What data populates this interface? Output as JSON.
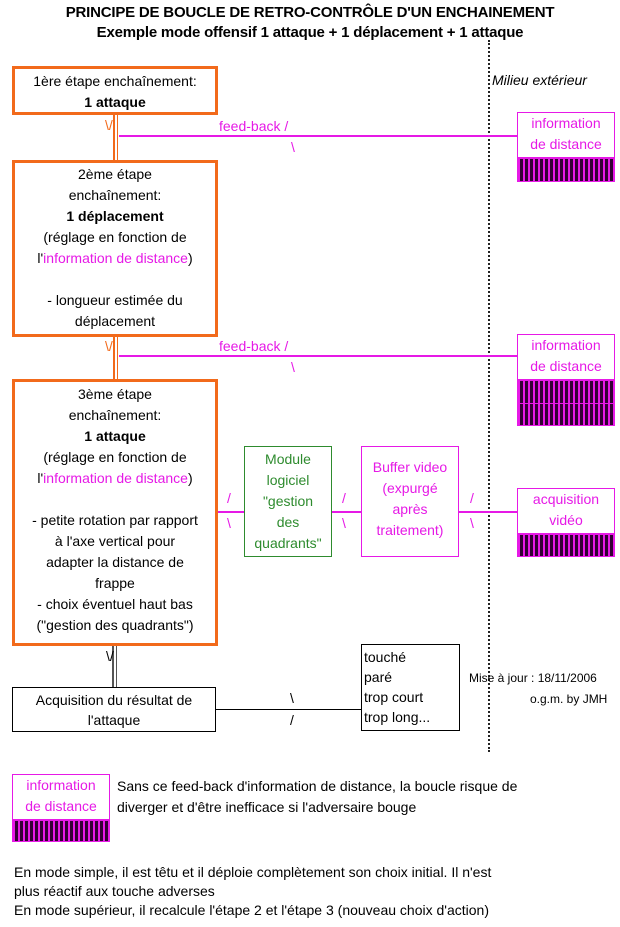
{
  "title": {
    "line1": "PRINCIPE DE BOUCLE DE RETRO-CONTRÔLE D'UN ENCHAINEMENT",
    "line2": "Exemple mode offensif 1 attaque + 1 déplacement + 1 attaque"
  },
  "environment_label": "Milieu extérieur",
  "colors": {
    "step_border": "#f26a1b",
    "feedback": "#e619e6",
    "module": "#2e8b2e",
    "result": "#000000"
  },
  "steps": [
    {
      "header": "1ère étape enchaînement:",
      "action": "1 attaque",
      "details": []
    },
    {
      "header_line1": "2ème étape",
      "header_line2": "enchaînement:",
      "action": "1 déplacement",
      "setting_prefix": "(réglage en fonction de",
      "setting_l": "l'",
      "setting_link": "information de distance",
      "setting_suffix": ")",
      "detail_lines": [
        "- longueur estimée du",
        "déplacement"
      ]
    },
    {
      "header_line1": "3ème étape",
      "header_line2": "enchaînement:",
      "action": "1 attaque",
      "setting_prefix": "(réglage en fonction de",
      "setting_l": "l'",
      "setting_link": "information de distance",
      "setting_suffix": ")",
      "detail_lines": [
        "- petite rotation par rapport",
        "à l'axe vertical pour",
        "adapter la distance de",
        "frappe",
        "- choix éventuel haut bas",
        "(\"gestion des quadrants\")"
      ]
    }
  ],
  "feedback": [
    {
      "label": "feed-back",
      "source_line1": "information",
      "source_line2": "de distance"
    },
    {
      "label": "feed-back",
      "source_line1": "information",
      "source_line2": "de distance"
    }
  ],
  "module": {
    "lines": [
      "Module",
      "logiciel",
      "\"gestion",
      "des",
      "quadrants\""
    ]
  },
  "buffer": {
    "lines": [
      "Buffer video",
      "(expurgé",
      "après",
      "traitement)"
    ]
  },
  "acquisition_video": {
    "line1": "acquisition",
    "line2": "vidéo"
  },
  "result_box": {
    "line1": "Acquisition du résultat de",
    "line2": "l'attaque"
  },
  "outcomes": [
    "touché",
    "paré",
    "trop court",
    "trop long..."
  ],
  "update": {
    "date_label": "Mise à jour : 18/11/2006",
    "author": "o.g.m. by JMH"
  },
  "legend": {
    "box_line1": "information",
    "box_line2": "de distance",
    "text_line1": "Sans ce feed-back d'information de distance, la boucle risque de",
    "text_line2": "diverger et d'être inefficace si l'adversaire bouge"
  },
  "notes": [
    "En mode simple, il est têtu et il déploie complètement son choix initial. Il n'est",
    "plus réactif aux touche adverses",
    "En mode supérieur, il recalcule l'étape 2 et l'étape 3 (nouveau choix d'action)"
  ],
  "symbols": {
    "slash": "/",
    "backslash": "\\",
    "double_arrow": "\\/"
  }
}
